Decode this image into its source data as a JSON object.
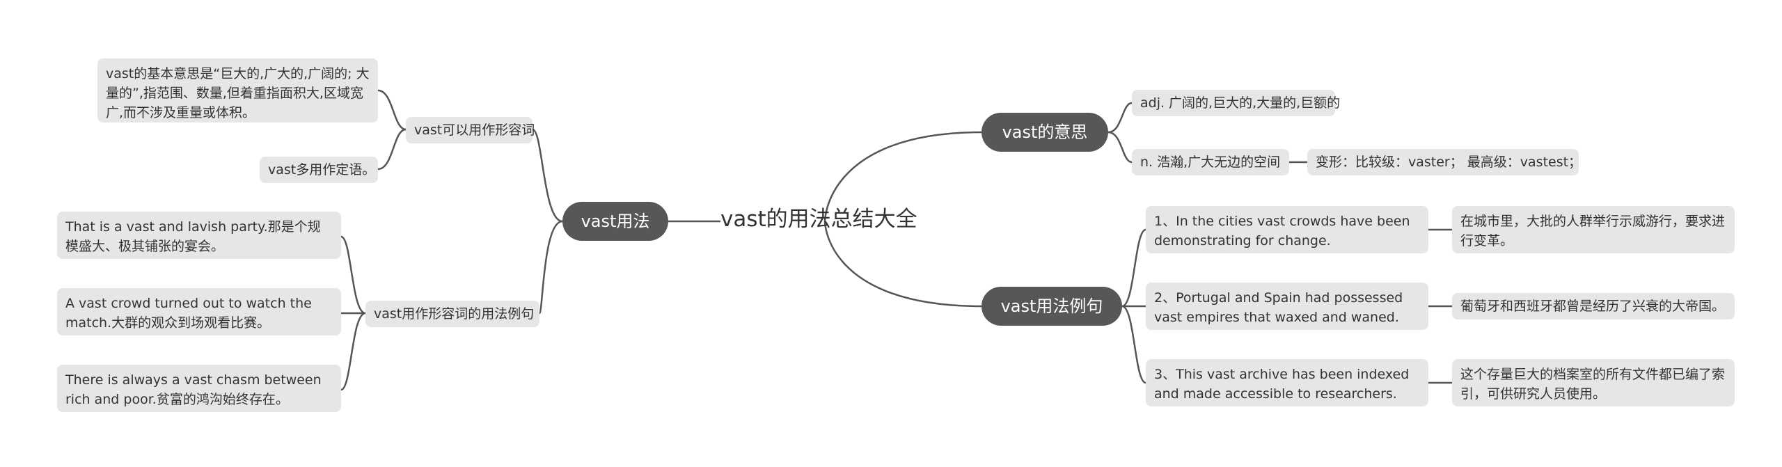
{
  "map": {
    "central": "vast的用法总结大全",
    "topics": {
      "meaning": "vast的意思",
      "usage": "vast用法",
      "examples": "vast用法例句"
    },
    "usage": {
      "adj_branch": "vast可以用作形容词",
      "adj_detail": "vast的基本意思是“巨大的,广大的,广阔的; 大量的”,指范围、数量,但着重指面积大,区域宽广,而不涉及重量或体积。",
      "attributive": "vast多用作定语。",
      "adj_examples_branch": "vast用作形容词的用法例句",
      "adj_examples": [
        "That is a vast and lavish party.那是个规模盛大、极其铺张的宴会。",
        "A vast crowd turned out to watch the match.大群的观众到场观看比赛。",
        "There is always a vast chasm between rich and poor.贫富的鸿沟始终存在。"
      ]
    },
    "meaning": {
      "adj": "adj. 广阔的,巨大的,大量的,巨额的",
      "noun": "n. 浩瀚,广大无边的空间",
      "forms": "变形：比较级：vaster； 最高级：vastest；"
    },
    "examples": [
      {
        "en": "1、In the cities vast crowds have been demonstrating for change.",
        "zh": "在城市里，大批的人群举行示威游行，要求进行变革。"
      },
      {
        "en": "2、Portugal and Spain had possessed vast empires that waxed and waned.",
        "zh": "葡萄牙和西班牙都曾是经历了兴衰的大帝国。"
      },
      {
        "en": "3、This vast archive has been indexed and made accessible to researchers.",
        "zh": "这个存量巨大的档案室的所有文件都已编了索引，可供研究人员使用。"
      }
    ]
  },
  "colors": {
    "topic_bg": "#575757",
    "subtopic_bg": "#e6e6e6",
    "line": "#555555",
    "text": "#333333"
  }
}
